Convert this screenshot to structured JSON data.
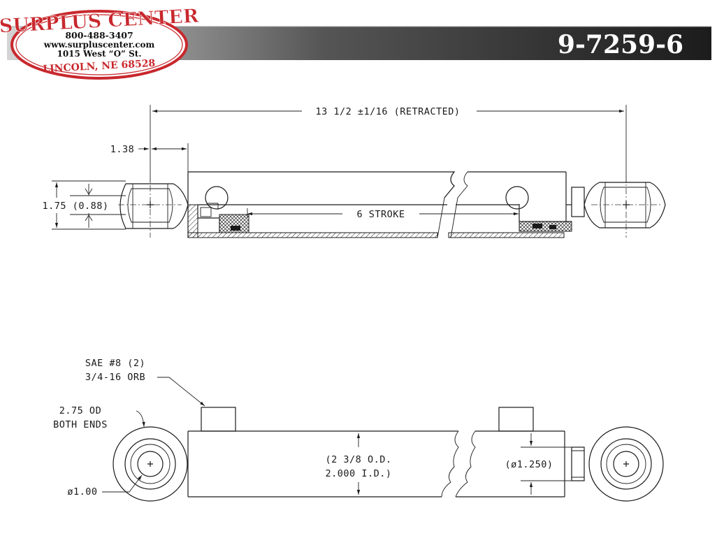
{
  "header": {
    "part_number": "9-7259-6",
    "colors": {
      "bar_dark": "#1c1c1c",
      "bar_light": "#d4d4d4",
      "logo_red": "#c8282d",
      "part_number_text": "#ffffff"
    }
  },
  "logo": {
    "brand": "SURPLUS CENTER",
    "phone": "800-488-3407",
    "website": "www.surpluscenter.com",
    "address": "1015 West “O” St.",
    "city": "LINCOLN, NE 68528"
  },
  "side_view": {
    "overall_length": "13 1/2 ±1/16 (RETRACTED)",
    "pin_offset": "1.38",
    "clevis_height": "1.75 (0.88)",
    "stroke": "6 STROKE"
  },
  "end_view": {
    "port_spec_line1": "SAE #8 (2)",
    "port_spec_line2": "3/4-16 ORB",
    "end_od_line1": "2.75 OD",
    "end_od_line2": "BOTH ENDS",
    "pin_diameter": "ø1.00",
    "tube_od": "(2 3/8 O.D.",
    "tube_id": "2.000 I.D.)",
    "rod_diameter": "(ø1.250)"
  }
}
